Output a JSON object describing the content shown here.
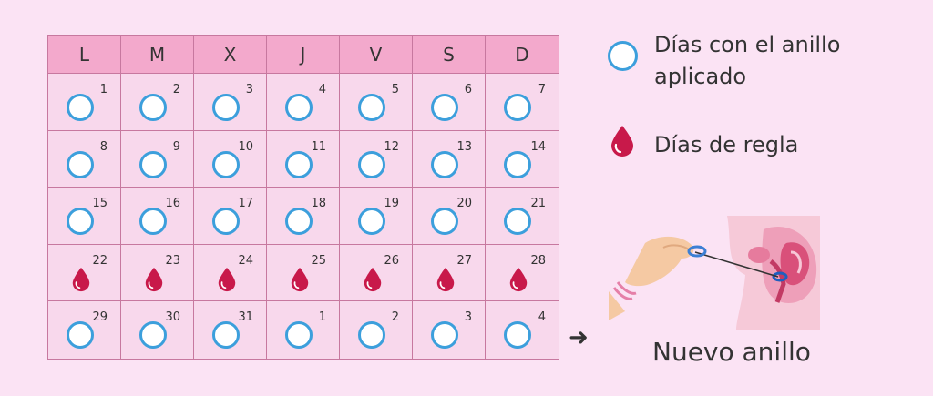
{
  "calendar": {
    "days": [
      "L",
      "M",
      "X",
      "J",
      "V",
      "S",
      "D"
    ],
    "weeks": [
      [
        {
          "num": "1",
          "mark": "ring"
        },
        {
          "num": "2",
          "mark": "ring"
        },
        {
          "num": "3",
          "mark": "ring"
        },
        {
          "num": "4",
          "mark": "ring"
        },
        {
          "num": "5",
          "mark": "ring"
        },
        {
          "num": "6",
          "mark": "ring"
        },
        {
          "num": "7",
          "mark": "ring"
        }
      ],
      [
        {
          "num": "8",
          "mark": "ring"
        },
        {
          "num": "9",
          "mark": "ring"
        },
        {
          "num": "10",
          "mark": "ring"
        },
        {
          "num": "11",
          "mark": "ring"
        },
        {
          "num": "12",
          "mark": "ring"
        },
        {
          "num": "13",
          "mark": "ring"
        },
        {
          "num": "14",
          "mark": "ring"
        }
      ],
      [
        {
          "num": "15",
          "mark": "ring"
        },
        {
          "num": "16",
          "mark": "ring"
        },
        {
          "num": "17",
          "mark": "ring"
        },
        {
          "num": "18",
          "mark": "ring"
        },
        {
          "num": "19",
          "mark": "ring"
        },
        {
          "num": "20",
          "mark": "ring"
        },
        {
          "num": "21",
          "mark": "ring"
        }
      ],
      [
        {
          "num": "22",
          "mark": "drop"
        },
        {
          "num": "23",
          "mark": "drop"
        },
        {
          "num": "24",
          "mark": "drop"
        },
        {
          "num": "25",
          "mark": "drop"
        },
        {
          "num": "26",
          "mark": "drop"
        },
        {
          "num": "27",
          "mark": "drop"
        },
        {
          "num": "28",
          "mark": "drop"
        }
      ],
      [
        {
          "num": "29",
          "mark": "ring"
        },
        {
          "num": "30",
          "mark": "ring"
        },
        {
          "num": "31",
          "mark": "ring"
        },
        {
          "num": "1",
          "mark": "ring"
        },
        {
          "num": "2",
          "mark": "ring"
        },
        {
          "num": "3",
          "mark": "ring"
        },
        {
          "num": "4",
          "mark": "ring"
        }
      ]
    ]
  },
  "legend": {
    "ring_line1": "Días con el anillo",
    "ring_line2": "aplicado",
    "drop_label": "Días de regla"
  },
  "caption": "Nuevo anillo",
  "colors": {
    "background": "#fbe3f4",
    "cell": "#f8d8ec",
    "header": "#f3a9cc",
    "grid_line": "#c7789f",
    "ring": "#3c9fdc",
    "drop": "#c8194a"
  },
  "icons": {
    "ring": "vaginal-ring-icon",
    "drop": "blood-drop-icon",
    "arrow": "right-arrow-icon",
    "illustration": "ring-insertion-illustration"
  }
}
